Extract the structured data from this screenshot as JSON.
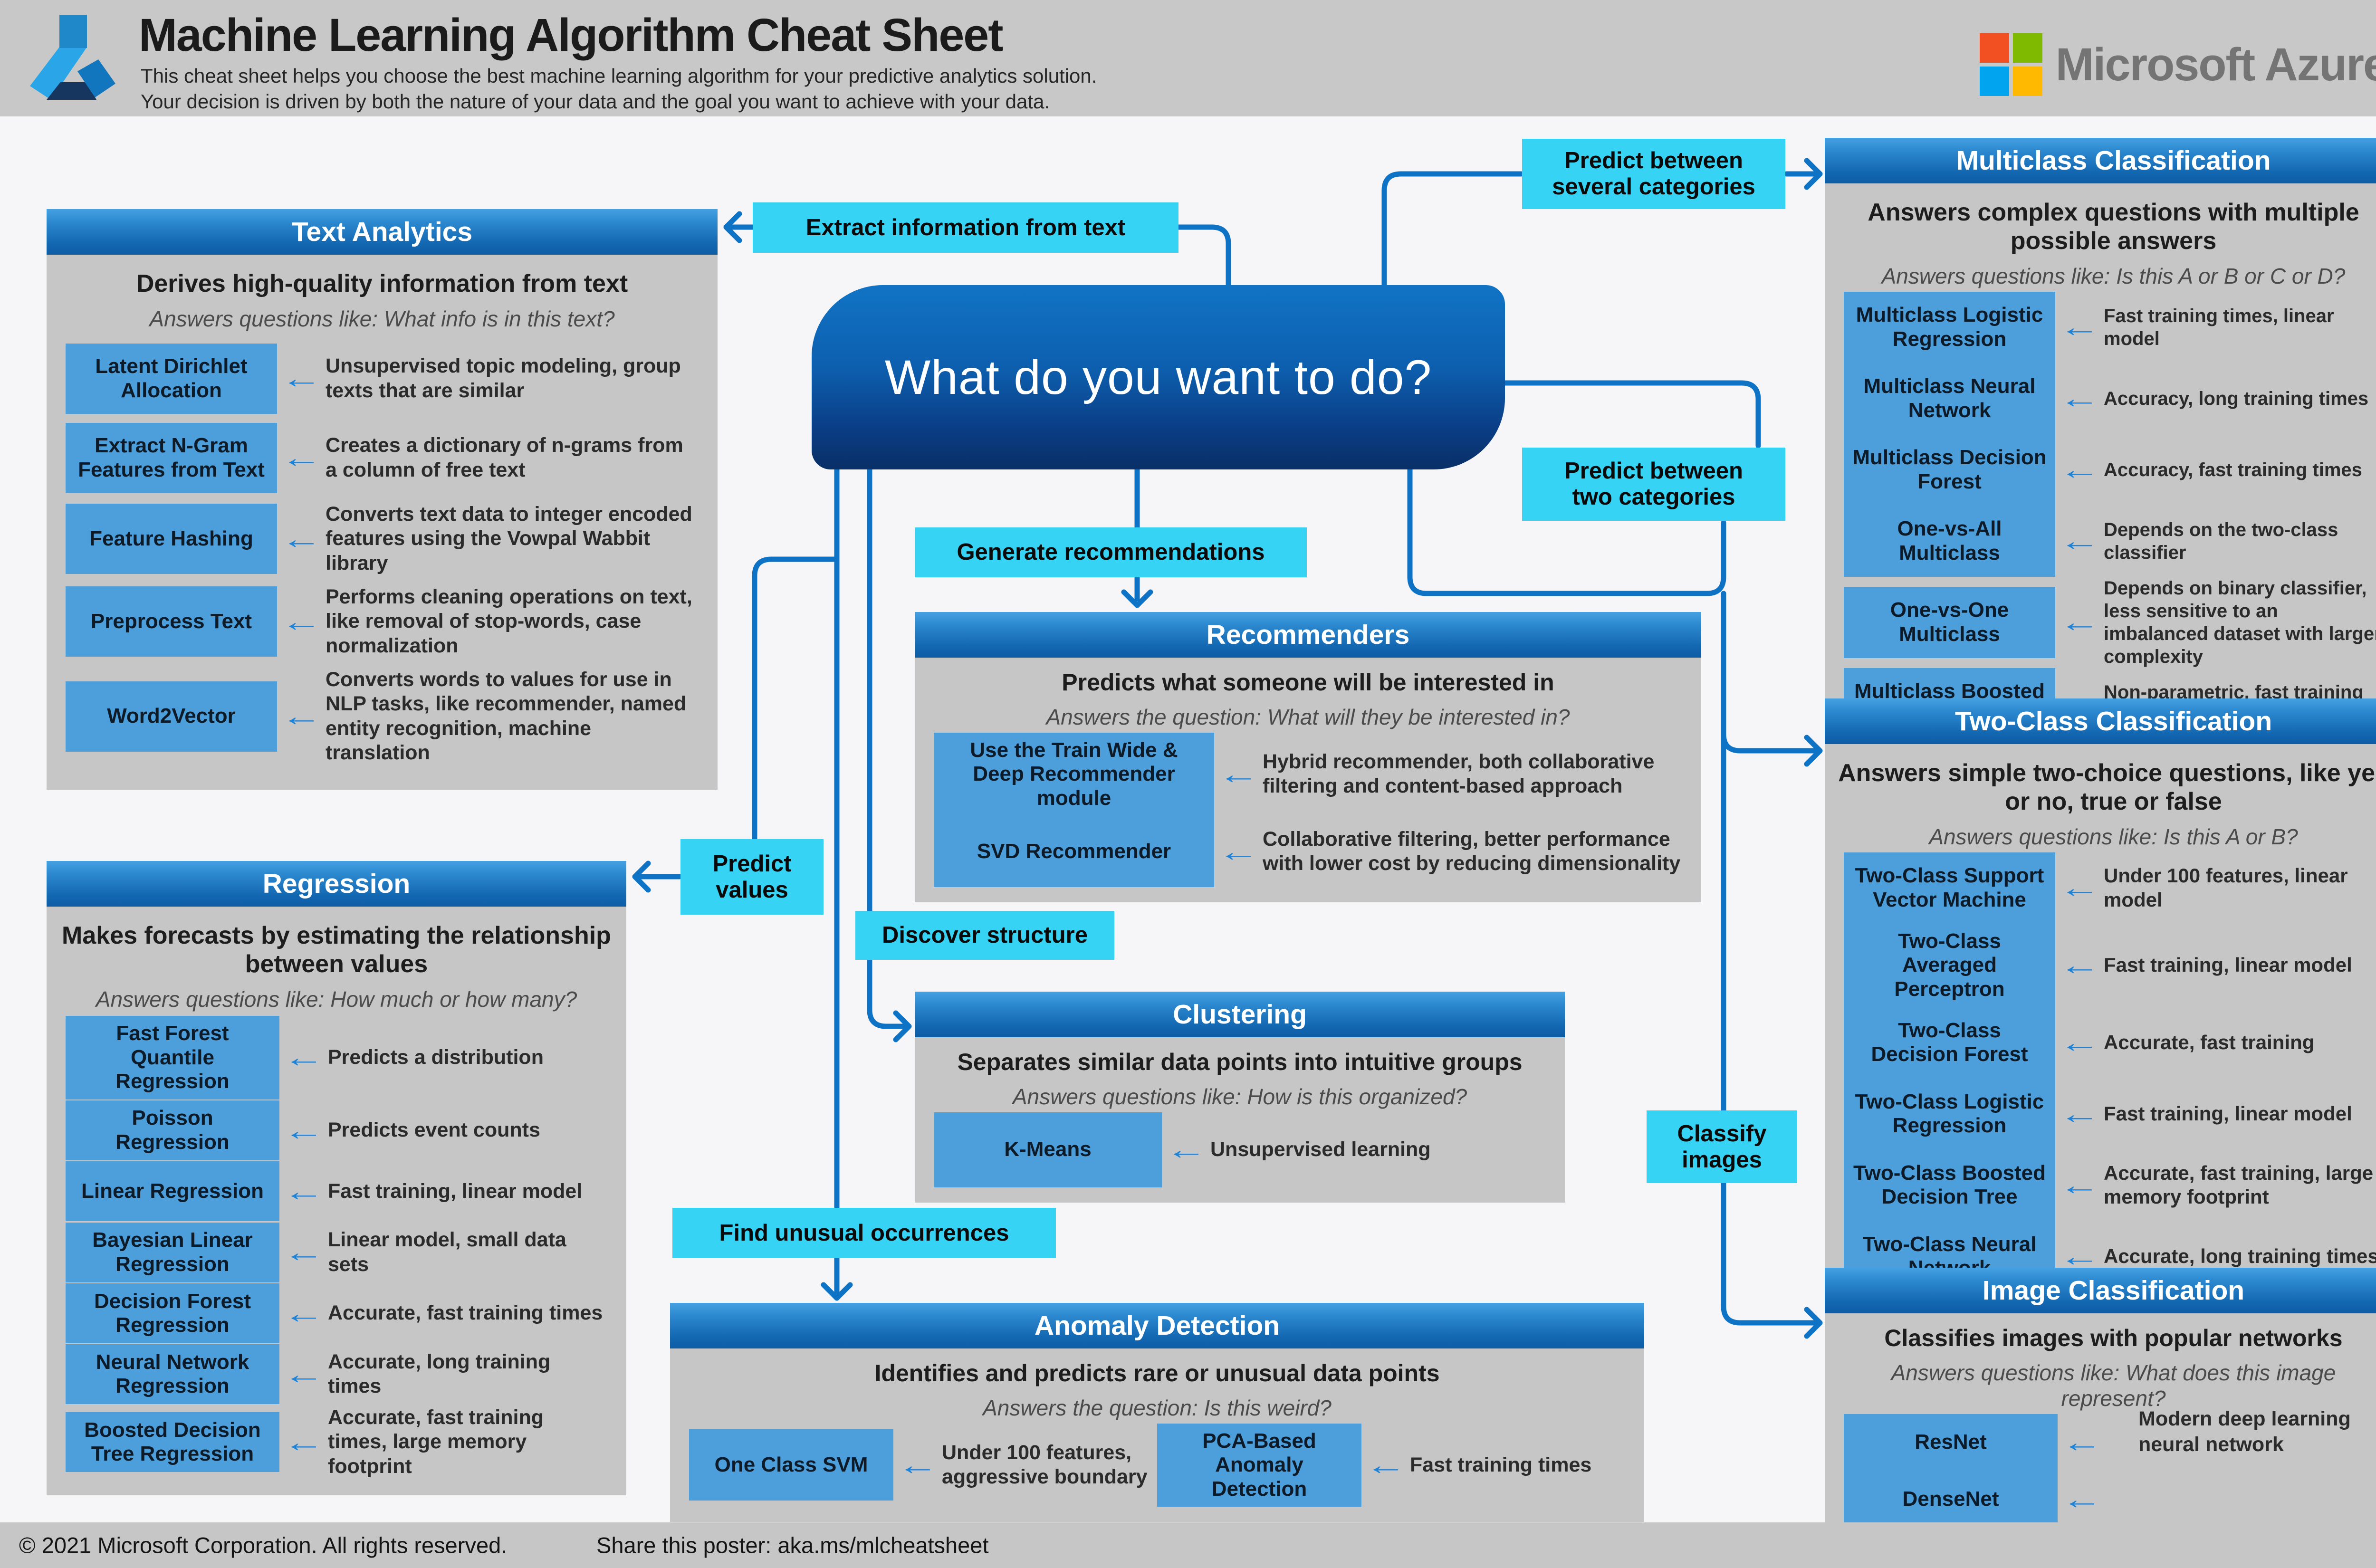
{
  "header": {
    "title": "Machine Learning Algorithm Cheat Sheet",
    "subtitle1": "This cheat sheet helps you choose the best machine learning algorithm for your predictive analytics solution.",
    "subtitle2": "Your decision is driven by both the nature of your data and the goal you want to achieve with your data.",
    "brand": "Microsoft Azure"
  },
  "node": {
    "label": "What do you want to do?"
  },
  "callouts": {
    "extract": "Extract information from text",
    "several": "Predict between\nseveral categories",
    "two": "Predict between\ntwo categories",
    "recommend": "Generate recommendations",
    "values": "Predict\nvalues",
    "discover": "Discover structure",
    "unusual": "Find unusual occurrences",
    "classify": "Classify\nimages"
  },
  "panels": {
    "text_analytics": {
      "title": "Text Analytics",
      "heading": "Derives high-quality information from text",
      "question": "Answers questions like: What info is in this text?",
      "rows": [
        {
          "label": "Latent Dirichlet Allocation",
          "desc": "Unsupervised topic modeling, group texts that are similar"
        },
        {
          "label": "Extract N-Gram Features from Text",
          "desc": "Creates a dictionary of n-grams from a column of free text"
        },
        {
          "label": "Feature Hashing",
          "desc": "Converts text data to integer encoded features using the Vowpal Wabbit library"
        },
        {
          "label": "Preprocess Text",
          "desc": "Performs cleaning operations on text, like removal of stop-words, case normalization"
        },
        {
          "label": "Word2Vector",
          "desc": "Converts words to values for use in NLP tasks, like recommender, named entity recognition, machine translation"
        }
      ]
    },
    "regression": {
      "title": "Regression",
      "heading": "Makes forecasts by estimating the relationship between values",
      "question": "Answers questions like: How much or how many?",
      "rows": [
        {
          "label": "Fast Forest Quantile Regression",
          "desc": "Predicts a distribution"
        },
        {
          "label": "Poisson Regression",
          "desc": "Predicts event counts"
        },
        {
          "label": "Linear Regression",
          "desc": "Fast training, linear model"
        },
        {
          "label": "Bayesian Linear Regression",
          "desc": "Linear model, small data sets"
        },
        {
          "label": "Decision Forest Regression",
          "desc": "Accurate, fast training times"
        },
        {
          "label": "Neural Network Regression",
          "desc": "Accurate, long training times"
        },
        {
          "label": "Boosted Decision Tree Regression",
          "desc": "Accurate, fast training times, large memory footprint"
        }
      ]
    },
    "recommenders": {
      "title": "Recommenders",
      "heading": "Predicts what someone will be interested in",
      "question": "Answers the question: What will they be interested in?",
      "rows": [
        {
          "label": "Use the Train Wide & Deep Recommender module",
          "desc": "Hybrid recommender, both collaborative filtering and content-based approach"
        },
        {
          "label": "SVD Recommender",
          "desc": "Collaborative filtering, better performance with lower cost by reducing dimensionality"
        }
      ]
    },
    "clustering": {
      "title": "Clustering",
      "heading": "Separates similar data points into intuitive groups",
      "question": "Answers questions like: How is this organized?",
      "rows": [
        {
          "label": "K-Means",
          "desc": "Unsupervised learning"
        }
      ]
    },
    "anomaly": {
      "title": "Anomaly Detection",
      "heading": "Identifies and predicts rare or unusual data points",
      "question": "Answers the question: Is this weird?",
      "rows": [
        {
          "label": "One Class SVM",
          "desc": "Under 100 features, aggressive boundary"
        },
        {
          "label": "PCA-Based Anomaly Detection",
          "desc": "Fast training times"
        }
      ]
    },
    "multiclass": {
      "title": "Multiclass Classification",
      "heading": "Answers complex questions with multiple possible answers",
      "question": "Answers questions like: Is this A or B or C or D?",
      "rows": [
        {
          "label": "Multiclass Logistic Regression",
          "desc": "Fast training times, linear model"
        },
        {
          "label": "Multiclass Neural Network",
          "desc": "Accuracy, long training times"
        },
        {
          "label": "Multiclass Decision Forest",
          "desc": "Accuracy, fast training times"
        },
        {
          "label": "One-vs-All Multiclass",
          "desc": "Depends on the two-class classifier"
        },
        {
          "label": "One-vs-One Multiclass",
          "desc": "Depends on binary classifier, less sensitive to an imbalanced dataset with larger complexity"
        },
        {
          "label": "Multiclass Boosted Decision Tree",
          "desc": "Non-parametric, fast training times and scalable"
        }
      ]
    },
    "twoclass": {
      "title": "Two-Class Classification",
      "heading": "Answers simple two-choice questions, like yes or no, true or false",
      "question": "Answers questions like: Is this A or B?",
      "rows": [
        {
          "label": "Two-Class Support Vector Machine",
          "desc": "Under 100 features, linear model"
        },
        {
          "label": "Two-Class Averaged Perceptron",
          "desc": "Fast training, linear model"
        },
        {
          "label": "Two-Class Decision Forest",
          "desc": "Accurate, fast training"
        },
        {
          "label": "Two-Class Logistic Regression",
          "desc": "Fast training, linear model"
        },
        {
          "label": "Two-Class Boosted Decision Tree",
          "desc": "Accurate, fast training, large memory footprint"
        },
        {
          "label": "Two-Class Neural Network",
          "desc": "Accurate, long training times"
        }
      ]
    },
    "image": {
      "title": "Image Classification",
      "heading": "Classifies images with popular networks",
      "question": "Answers questions like: What does this image represent?",
      "shared_desc": "Modern deep learning neural network",
      "rows": [
        {
          "label": "ResNet",
          "desc": ""
        },
        {
          "label": "DenseNet",
          "desc": ""
        }
      ]
    }
  },
  "footer": {
    "copyright": "© 2021 Microsoft Corporation. All rights reserved.",
    "share": "Share this poster: aka.ms/mlcheatsheet"
  },
  "colors": {
    "connector_blue": "#0e73c5",
    "callout_cyan": "#36d3f4",
    "algorithm_box_blue": "#4d9fdc",
    "panel_header_blue": "#1266b0",
    "panel_body_gray": "#c6c6c6",
    "band_gray": "#c8c8c8"
  }
}
